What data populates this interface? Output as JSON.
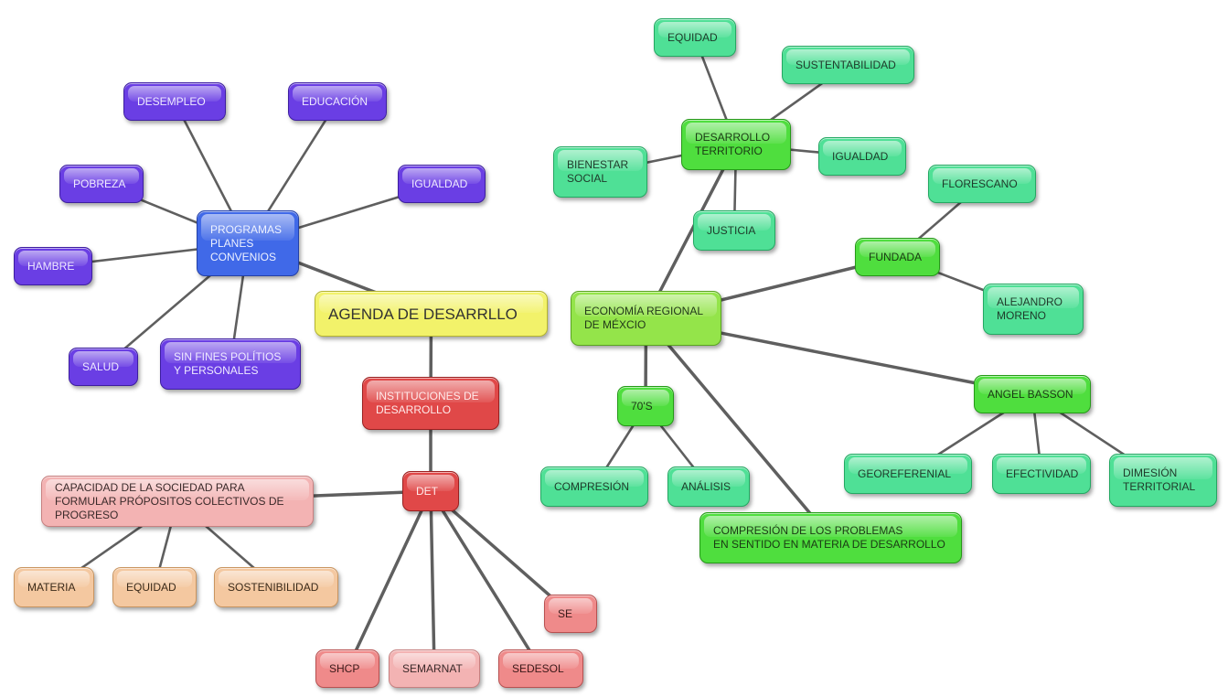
{
  "diagram": {
    "nodes": [
      {
        "id": "agenda",
        "label": "AGENDA DE DESARRLLO",
        "style": "yellow"
      },
      {
        "id": "programas",
        "label": "PROGRAMAS\nPLANES\nCONVENIOS",
        "style": "blue"
      },
      {
        "id": "desempleo",
        "label": "DESEMPLEO",
        "style": "purple"
      },
      {
        "id": "educacion",
        "label": "EDUCACIÓN",
        "style": "purple"
      },
      {
        "id": "pobreza",
        "label": "POBREZA",
        "style": "purple"
      },
      {
        "id": "igualdad1",
        "label": "IGUALDAD",
        "style": "purple"
      },
      {
        "id": "hambre",
        "label": "HAMBRE",
        "style": "purple"
      },
      {
        "id": "salud",
        "label": "SALUD",
        "style": "purple"
      },
      {
        "id": "sinfines",
        "label": "SIN FINES POLÍTIOS\nY PERSONALES",
        "style": "purple"
      },
      {
        "id": "instituciones",
        "label": "INSTITUCIONES DE\nDESARROLLO",
        "style": "red"
      },
      {
        "id": "det",
        "label": "DET",
        "style": "red"
      },
      {
        "id": "capacidad",
        "label": "CAPACIDAD DE LA SOCIEDAD PARA\nFORMULAR PRÓPOSITOS COLECTIVOS DE\nPROGRESO",
        "style": "pink"
      },
      {
        "id": "materia",
        "label": "MATERIA",
        "style": "peach"
      },
      {
        "id": "equidad2",
        "label": "EQUIDAD",
        "style": "peach"
      },
      {
        "id": "sostenibilidad",
        "label": "SOSTENIBILIDAD",
        "style": "peach"
      },
      {
        "id": "se",
        "label": "SE",
        "style": "redlt"
      },
      {
        "id": "shcp",
        "label": "SHCP",
        "style": "redlt"
      },
      {
        "id": "semarnat",
        "label": "SEMARNAT",
        "style": "pink"
      },
      {
        "id": "sedesol",
        "label": "SEDESOL",
        "style": "redlt"
      },
      {
        "id": "equidad1",
        "label": "EQUIDAD",
        "style": "mint"
      },
      {
        "id": "sustentabilidad",
        "label": "SUSTENTABILIDAD",
        "style": "mint"
      },
      {
        "id": "desterr",
        "label": "DESARROLLO\nTERRITORIO",
        "style": "green"
      },
      {
        "id": "bienestar",
        "label": "BIENESTAR\nSOCIAL",
        "style": "mint"
      },
      {
        "id": "igualdad2",
        "label": "IGUALDAD",
        "style": "mint"
      },
      {
        "id": "justicia",
        "label": "JUSTICIA",
        "style": "mint"
      },
      {
        "id": "florescano",
        "label": "FLORESCANO",
        "style": "mint"
      },
      {
        "id": "fundada",
        "label": "FUNDADA",
        "style": "green"
      },
      {
        "id": "alejandro",
        "label": "ALEJANDRO\nMORENO",
        "style": "mint"
      },
      {
        "id": "economia",
        "label": "ECONOMÍA REGIONAL\nDE MÉXCIO",
        "style": "lime"
      },
      {
        "id": "setentas",
        "label": "70'S",
        "style": "green"
      },
      {
        "id": "angel",
        "label": "ANGEL BASSON",
        "style": "green"
      },
      {
        "id": "compresion1",
        "label": "COMPRESIÓN",
        "style": "mint"
      },
      {
        "id": "analisis",
        "label": "ANÁLISIS",
        "style": "mint"
      },
      {
        "id": "georef",
        "label": "GEOREFERENIAL",
        "style": "mint"
      },
      {
        "id": "efectividad",
        "label": "EFECTIVIDAD",
        "style": "mint"
      },
      {
        "id": "dimesion",
        "label": "DIMESIÓN\nTERRITORIAL",
        "style": "mint"
      },
      {
        "id": "compresion2",
        "label": "COMPRESIÓN DE LOS PROBLEMAS\nEN SENTIDO EN MATERIA DE DESARROLLO",
        "style": "green"
      }
    ],
    "edges": [
      [
        "agenda",
        "programas"
      ],
      [
        "agenda",
        "instituciones"
      ],
      [
        "instituciones",
        "det"
      ],
      [
        "programas",
        "desempleo"
      ],
      [
        "programas",
        "educacion"
      ],
      [
        "programas",
        "pobreza"
      ],
      [
        "programas",
        "igualdad1"
      ],
      [
        "programas",
        "hambre"
      ],
      [
        "programas",
        "salud"
      ],
      [
        "programas",
        "sinfines"
      ],
      [
        "det",
        "capacidad"
      ],
      [
        "det",
        "se"
      ],
      [
        "det",
        "shcp"
      ],
      [
        "det",
        "semarnat"
      ],
      [
        "det",
        "sedesol"
      ],
      [
        "capacidad",
        "materia"
      ],
      [
        "capacidad",
        "equidad2"
      ],
      [
        "capacidad",
        "sostenibilidad"
      ],
      [
        "economia",
        "desterr"
      ],
      [
        "economia",
        "fundada"
      ],
      [
        "economia",
        "setentas"
      ],
      [
        "economia",
        "angel"
      ],
      [
        "economia",
        "compresion2"
      ],
      [
        "desterr",
        "equidad1"
      ],
      [
        "desterr",
        "sustentabilidad"
      ],
      [
        "desterr",
        "bienestar"
      ],
      [
        "desterr",
        "igualdad2"
      ],
      [
        "desterr",
        "justicia"
      ],
      [
        "fundada",
        "florescano"
      ],
      [
        "fundada",
        "alejandro"
      ],
      [
        "setentas",
        "compresion1"
      ],
      [
        "setentas",
        "analisis"
      ],
      [
        "angel",
        "georef"
      ],
      [
        "angel",
        "efectividad"
      ],
      [
        "angel",
        "dimesion"
      ]
    ]
  }
}
